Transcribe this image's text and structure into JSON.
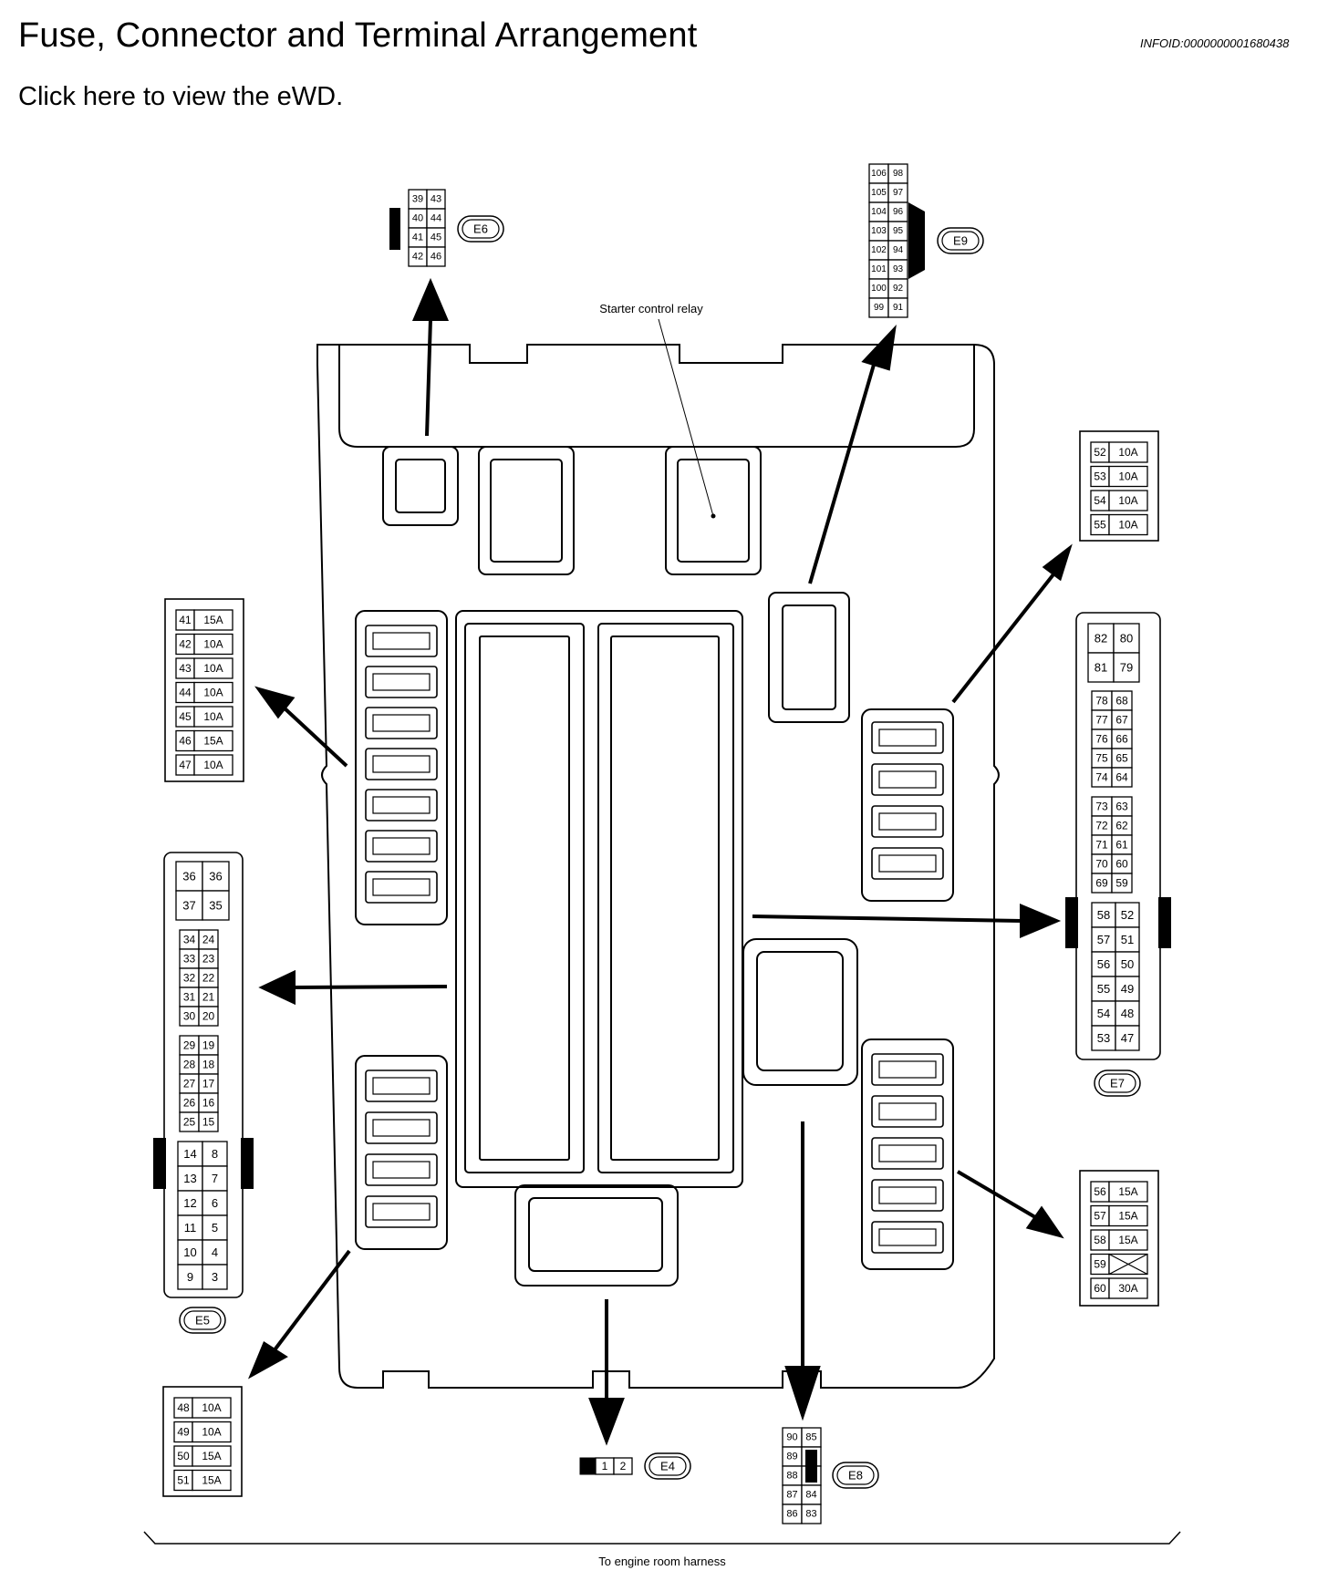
{
  "header": {
    "title": "Fuse, Connector and Terminal Arrangement",
    "infoid": "INFOID:0000000001680438",
    "ewd_link": "Click here to view the eWD."
  },
  "diagram": {
    "relay_label": "Starter control relay",
    "harness_label": "To engine room harness",
    "connectors": {
      "top_left": {
        "id": "E6",
        "pins": [
          [
            "39",
            "43"
          ],
          [
            "40",
            "44"
          ],
          [
            "41",
            "45"
          ],
          [
            "42",
            "46"
          ]
        ]
      },
      "top_right": {
        "id": "E9",
        "pins": [
          [
            "106",
            "98"
          ],
          [
            "105",
            "97"
          ],
          [
            "104",
            "96"
          ],
          [
            "103",
            "95"
          ],
          [
            "102",
            "94"
          ],
          [
            "101",
            "93"
          ],
          [
            "100",
            "92"
          ],
          [
            "99",
            "91"
          ]
        ]
      },
      "right_e7": {
        "id": "E7",
        "top": [
          [
            "82",
            "80"
          ],
          [
            "81",
            "79"
          ]
        ],
        "g1": [
          [
            "78",
            "68"
          ],
          [
            "77",
            "67"
          ],
          [
            "76",
            "66"
          ],
          [
            "75",
            "65"
          ],
          [
            "74",
            "64"
          ]
        ],
        "g2": [
          [
            "73",
            "63"
          ],
          [
            "72",
            "62"
          ],
          [
            "71",
            "61"
          ],
          [
            "70",
            "60"
          ],
          [
            "69",
            "59"
          ]
        ],
        "g3": [
          [
            "58",
            "52"
          ],
          [
            "57",
            "51"
          ],
          [
            "56",
            "50"
          ],
          [
            "55",
            "49"
          ],
          [
            "54",
            "48"
          ],
          [
            "53",
            "47"
          ]
        ]
      },
      "left_e5": {
        "id": "E5",
        "top": [
          [
            "36",
            "36"
          ],
          [
            "37",
            "35"
          ]
        ],
        "g1": [
          [
            "34",
            "24"
          ],
          [
            "33",
            "23"
          ],
          [
            "32",
            "22"
          ],
          [
            "31",
            "21"
          ],
          [
            "30",
            "20"
          ]
        ],
        "g2": [
          [
            "29",
            "19"
          ],
          [
            "28",
            "18"
          ],
          [
            "27",
            "17"
          ],
          [
            "26",
            "16"
          ],
          [
            "25",
            "15"
          ]
        ],
        "g3": [
          [
            "14",
            "8"
          ],
          [
            "13",
            "7"
          ],
          [
            "12",
            "6"
          ],
          [
            "11",
            "5"
          ],
          [
            "10",
            "4"
          ],
          [
            "9",
            "3"
          ]
        ]
      },
      "bottom_e4": {
        "id": "E4",
        "pins": [
          "1",
          "2"
        ]
      },
      "bottom_e8": {
        "id": "E8",
        "pins": [
          [
            "90",
            "85"
          ],
          [
            "89",
            ""
          ],
          [
            "88",
            ""
          ],
          [
            "87",
            "84"
          ],
          [
            "86",
            "83"
          ]
        ]
      }
    },
    "fuse_tables": {
      "left_upper": [
        [
          "41",
          "15A"
        ],
        [
          "42",
          "10A"
        ],
        [
          "43",
          "10A"
        ],
        [
          "44",
          "10A"
        ],
        [
          "45",
          "10A"
        ],
        [
          "46",
          "15A"
        ],
        [
          "47",
          "10A"
        ]
      ],
      "right_upper": [
        [
          "52",
          "10A"
        ],
        [
          "53",
          "10A"
        ],
        [
          "54",
          "10A"
        ],
        [
          "55",
          "10A"
        ]
      ],
      "right_lower": [
        [
          "56",
          "15A"
        ],
        [
          "57",
          "15A"
        ],
        [
          "58",
          "15A"
        ],
        [
          "59",
          ""
        ],
        [
          "60",
          "30A"
        ]
      ],
      "left_lower": [
        [
          "48",
          "10A"
        ],
        [
          "49",
          "10A"
        ],
        [
          "50",
          "15A"
        ],
        [
          "51",
          "15A"
        ]
      ]
    }
  }
}
